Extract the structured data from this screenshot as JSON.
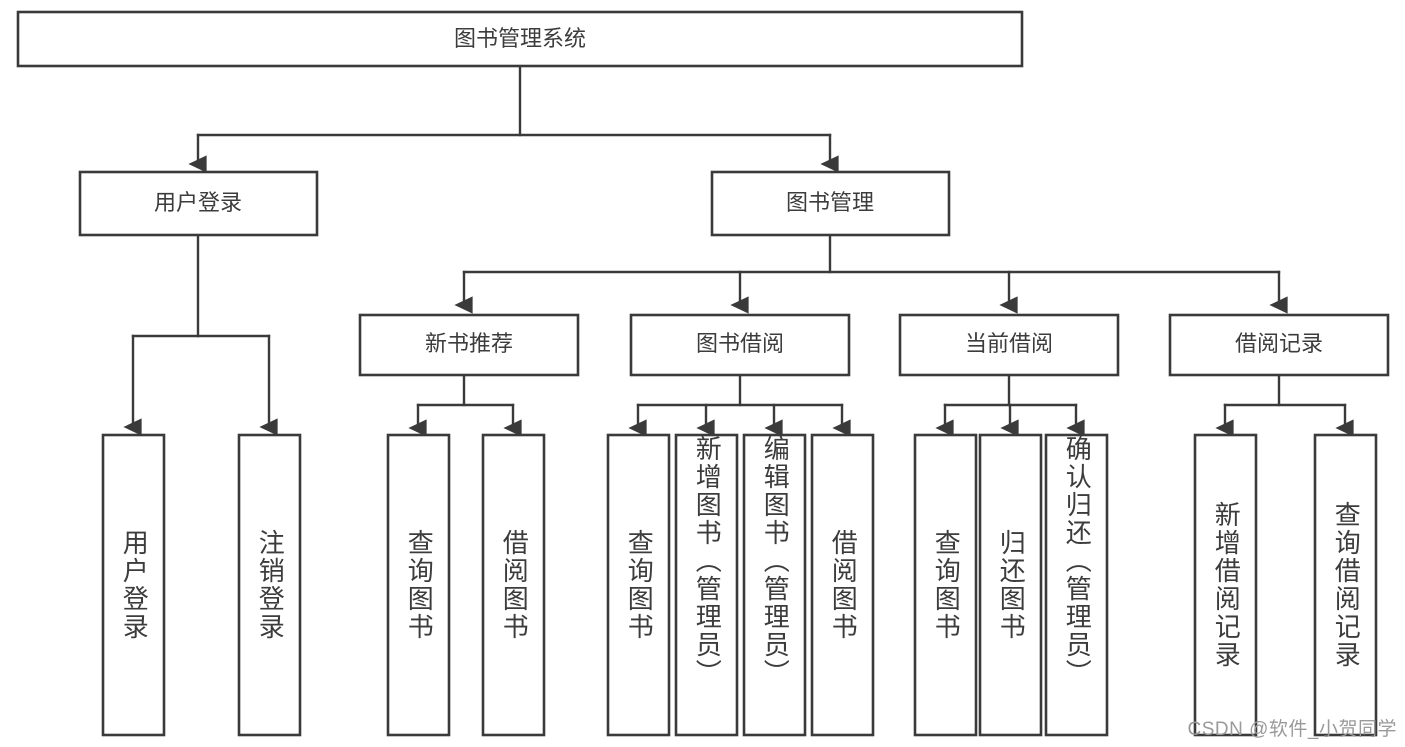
{
  "diagram": {
    "type": "tree",
    "title": "图书管理系统",
    "watermark": "CSDN @软件_小贺同学",
    "colors": {
      "stroke": "#3a3a3a",
      "text": "#3c3c3c",
      "background": "#ffffff",
      "watermark": "#9a9a9a"
    },
    "root": {
      "label": "图书管理系统"
    },
    "level2": [
      {
        "label": "用户登录"
      },
      {
        "label": "图书管理"
      }
    ],
    "level3": [
      {
        "label": "新书推荐"
      },
      {
        "label": "图书借阅"
      },
      {
        "label": "当前借阅"
      },
      {
        "label": "借阅记录"
      }
    ],
    "leaves": {
      "user_login": [
        {
          "label": "用户登录"
        },
        {
          "label": "注销登录"
        }
      ],
      "new_book_recommend": [
        {
          "label": "查询图书"
        },
        {
          "label": "借阅图书"
        }
      ],
      "book_borrow": [
        {
          "label": "查询图书"
        },
        {
          "label": "新增图书（管理员）"
        },
        {
          "label": "编辑图书（管理员）"
        },
        {
          "label": "借阅图书"
        }
      ],
      "current_borrow": [
        {
          "label": "查询图书"
        },
        {
          "label": "归还图书"
        },
        {
          "label": "确认归还（管理员）"
        }
      ],
      "borrow_record": [
        {
          "label": "新增借阅记录"
        },
        {
          "label": "查询借阅记录"
        }
      ]
    }
  }
}
